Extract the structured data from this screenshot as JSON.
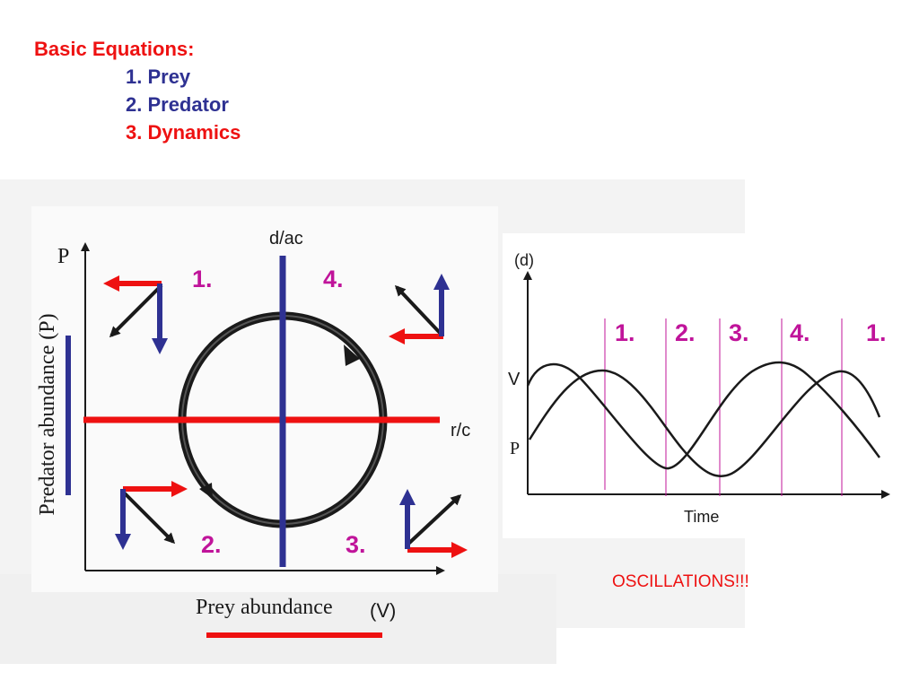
{
  "heading": {
    "title": "Basic Equations:",
    "items": [
      "1. Prey",
      "2. Predator",
      "3. Dynamics"
    ]
  },
  "phase_plane": {
    "y_axis_letter": "P",
    "y_axis_label": "Predator abundance (P)",
    "x_axis_label": "Prey abundance",
    "x_axis_symbol": "(V)",
    "vertical_isocline_label": "d/ac",
    "horizontal_isocline_label": "r/c",
    "quadrants": [
      "1.",
      "4.",
      "2.",
      "3."
    ]
  },
  "time_plot": {
    "panel_label": "(d)",
    "x_axis_label": "Time",
    "curve_labels": [
      "V",
      "P"
    ],
    "phase_labels": [
      "1.",
      "2.",
      "3.",
      "4.",
      "1."
    ]
  },
  "caption": "OSCILLATIONS!!!",
  "colors": {
    "red": "#ee1111",
    "blue": "#2e3192",
    "magenta": "#c0149a",
    "black": "#1a1a1a"
  }
}
